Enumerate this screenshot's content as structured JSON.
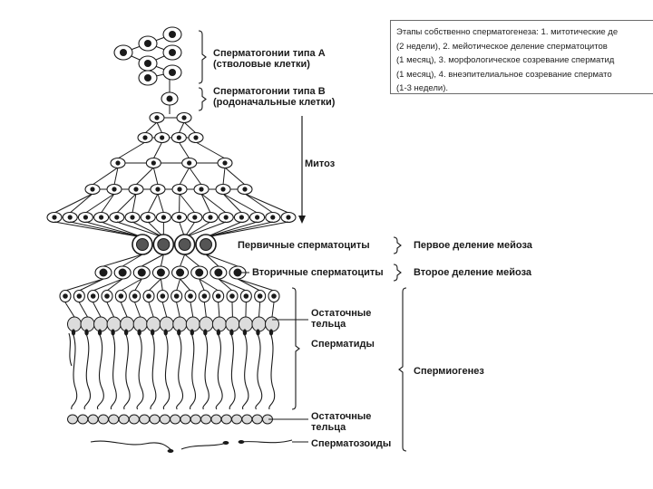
{
  "labels": {
    "spermatogonia_a_line1": "Сперматогонии типа А",
    "spermatogonia_a_line2": "(стволовые клетки)",
    "spermatogonia_b_line1": "Сперматогонии типа В",
    "spermatogonia_b_line2": "(родоначальные клетки)",
    "mitosis": "Митоз",
    "primary_spermatocytes": "Первичные сперматоциты",
    "first_meiotic_division": "Первое деление мейоза",
    "secondary_spermatocytes": "Вторичные сперматоциты",
    "second_meiotic_division": "Второе деление мейоза",
    "residual_bodies_1_line1": "Остаточные",
    "residual_bodies_1_line2": "тельца",
    "spermatids": "Сперматиды",
    "spermiogenesis": "Спермиогенез",
    "residual_bodies_2_line1": "Остаточные",
    "residual_bodies_2_line2": "тельца",
    "spermatozoa": "Сперматозоиды"
  },
  "stages_text": {
    "line1": "Этапы собственно сперматогенеза:  1. митотические де",
    "line2": "  (2 недели),  2. мейотическое деление сперматоцитов",
    "line3": "  (1 месяц),  3. морфологическое созревание сперматид",
    "line4": "  (1 месяц),  4. внеэпителиальное созревание спермато",
    "line5": "  (1-3 недели)."
  },
  "colors": {
    "ink": "#1a1a1a",
    "cell_fill": "#ffffff",
    "spermatid_fill": "#dcdcdc",
    "box_border": "#6b6b6b"
  }
}
